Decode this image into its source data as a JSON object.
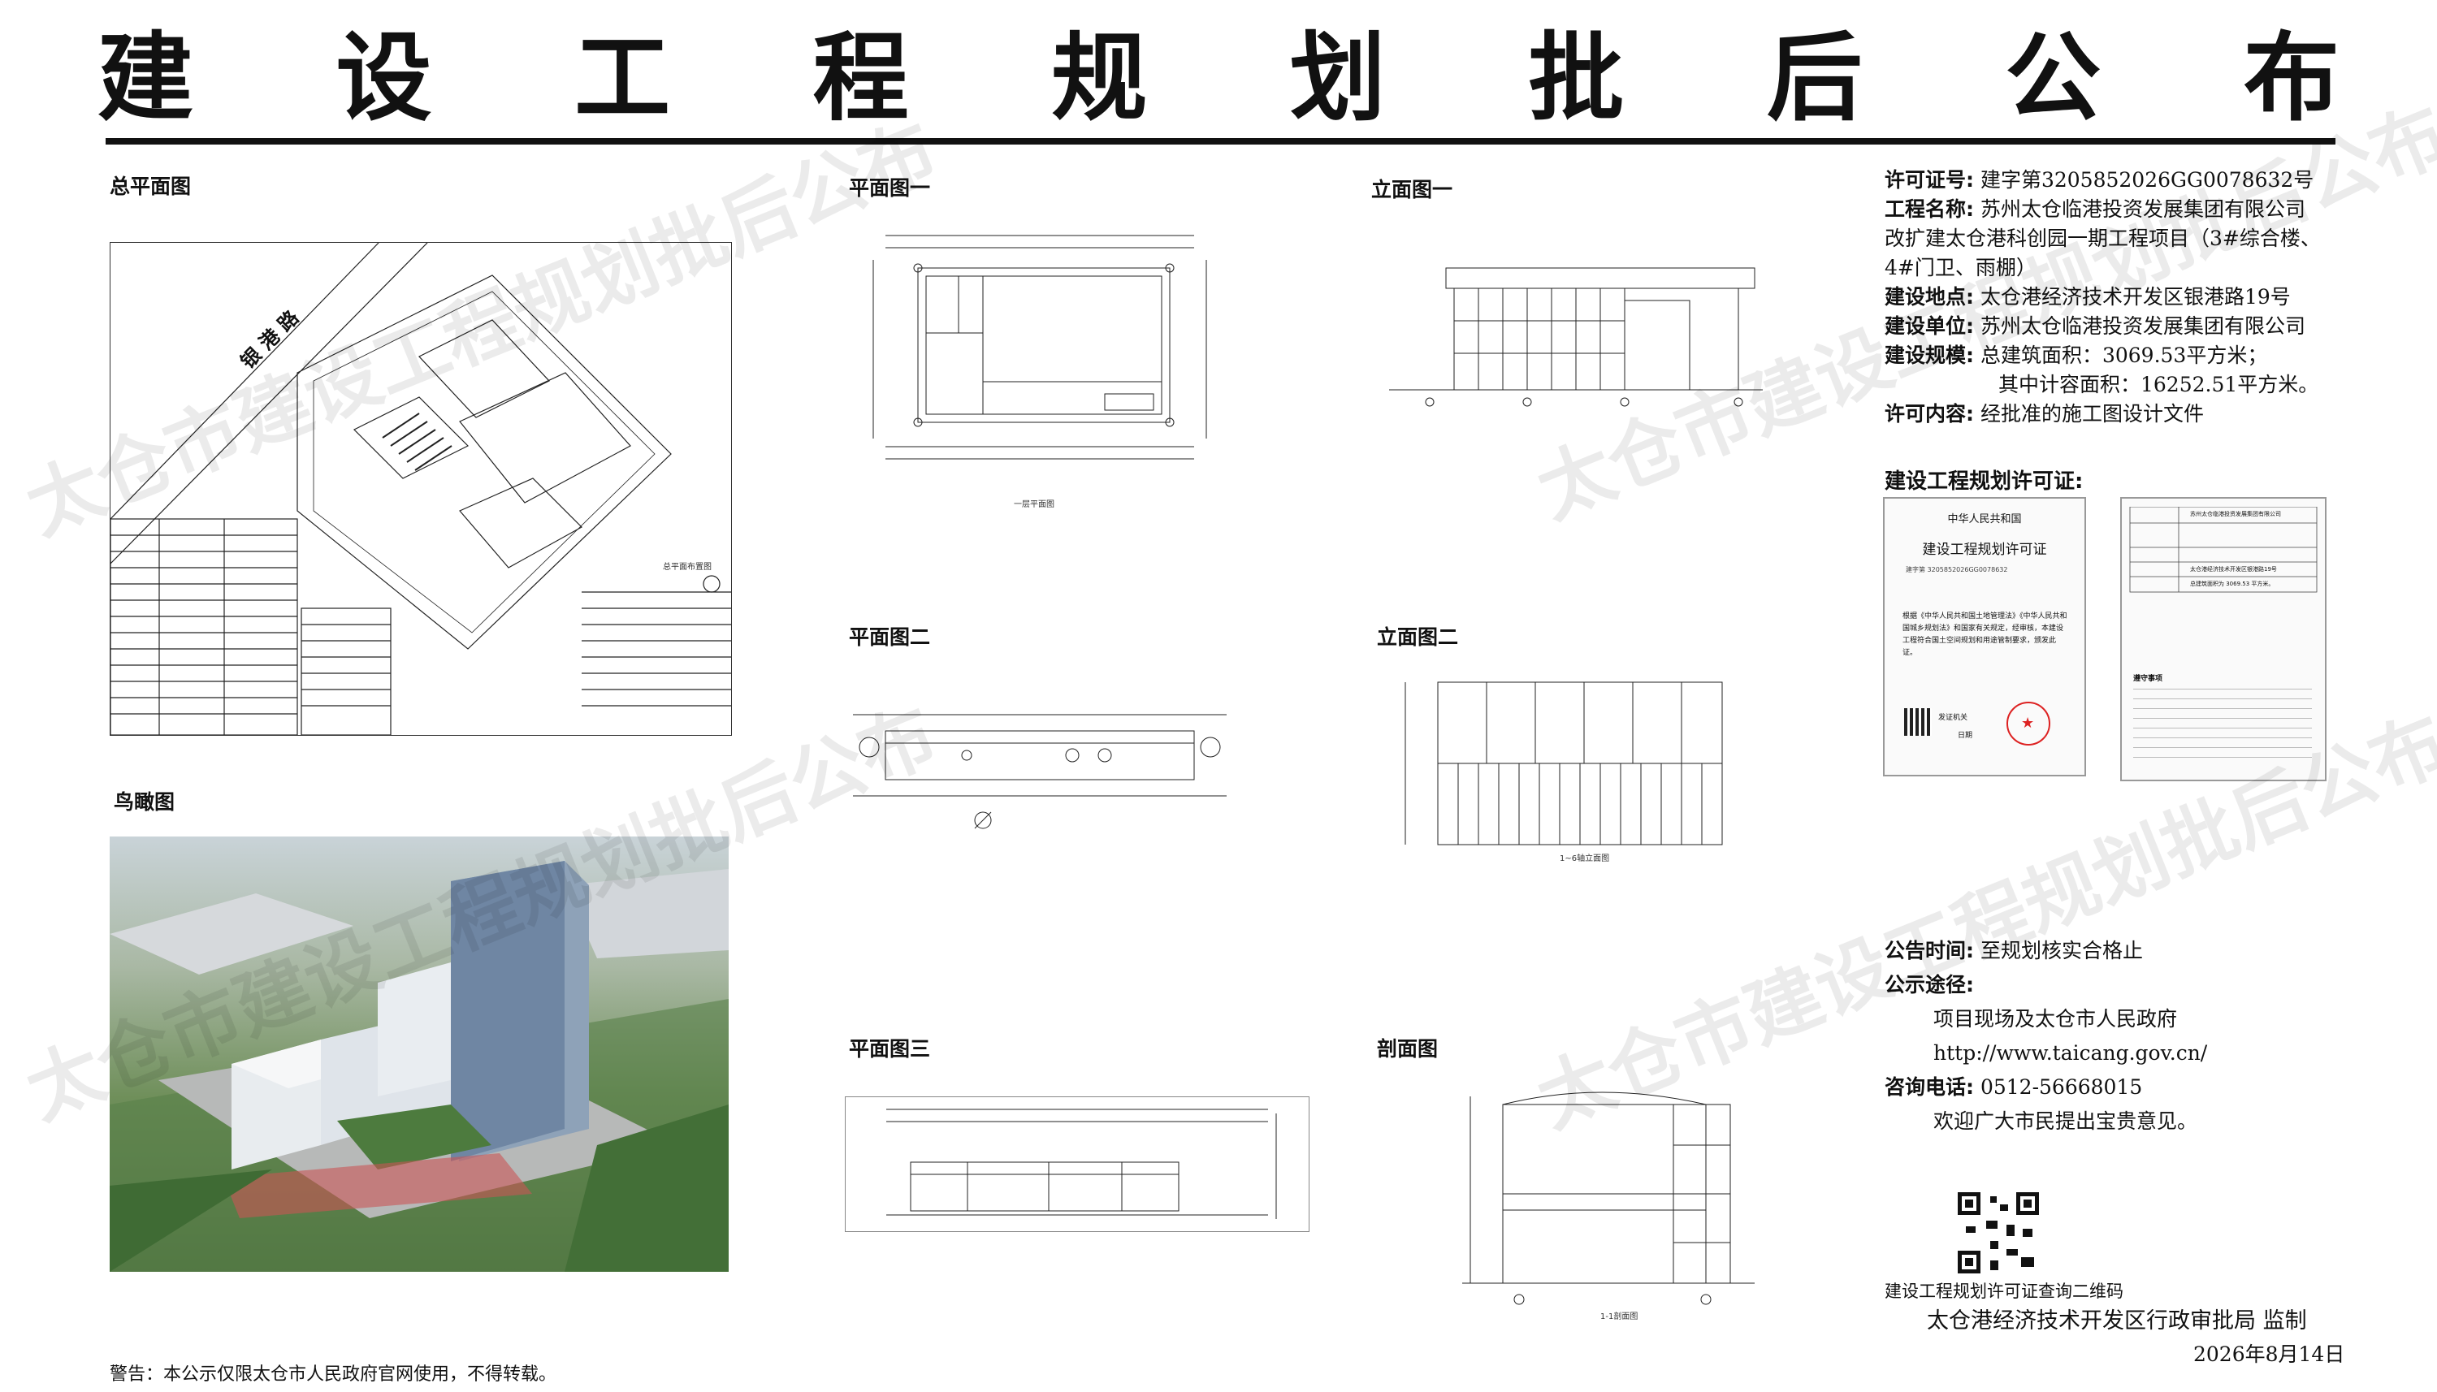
{
  "header": {
    "title_chars": [
      "建",
      "设",
      "工",
      "程",
      "规",
      "划",
      "批",
      "后",
      "公",
      "布"
    ]
  },
  "sections": {
    "site_plan": "总平面图",
    "site_plan_caption": "总平面布置图",
    "aerial": "鸟瞰图",
    "plan1": "平面图一",
    "plan1_caption": "一层平面图",
    "plan2": "平面图二",
    "plan3": "平面图三",
    "elev1": "立面图一",
    "elev2": "立面图二",
    "elev2_caption": "1~6轴立面图",
    "section": "剖面图",
    "section_caption": "1-1剖面图",
    "road_label": "银 港 路"
  },
  "info": {
    "permit_no_label": "许可证号:",
    "permit_no": "建字第3205852026GG0078632号",
    "project_label": "工程名称:",
    "project_line1": "苏州太仓临港投资发展集团有限公司",
    "project_line2": "改扩建太仓港科创园一期工程项目（3#综合楼、",
    "project_line3": "4#门卫、雨棚）",
    "location_label": "建设地点:",
    "location": "太仓港经济技术开发区银港路19号",
    "unit_label": "建设单位:",
    "unit": "苏州太仓临港投资发展集团有限公司",
    "scale_label": "建设规模:",
    "scale_line1": "总建筑面积：3069.53平方米；",
    "scale_line2": "其中计容面积：16252.51平方米。",
    "content_label": "许可内容:",
    "content": "经批准的施工图设计文件"
  },
  "permit": {
    "heading": "建设工程规划许可证:",
    "country": "中华人民共和国",
    "title": "建设工程规划许可证",
    "no_prefix": "建字第 3205852026GG0078632",
    "body": "根据《中华人民共和国土地管理法》《中华人民共和国城乡规划法》和国家有关规定，经审核，本建设工程符合国土空间规划和用途管制要求，颁发此证。",
    "issuer": "发证机关",
    "date_label": "日期",
    "notes_title": "遵守事项",
    "right_unit": "苏州太仓临港投资发展集团有限公司",
    "right_addr": "太仓港经济技术开发区银港路19号",
    "right_scale": "总建筑面积为 3069.53 平方米。"
  },
  "notice": {
    "time_label": "公告时间:",
    "time": "至规划核实合格止",
    "channel_label": "公示途径:",
    "channel": "项目现场及太仓市人民政府",
    "url": "http://www.taicang.gov.cn/",
    "phone_label": "咨询电话:",
    "phone": "0512-56668015",
    "welcome": "欢迎广大市民提出宝贵意见。",
    "qr_caption": "建设工程规划许可证查询二维码",
    "supervisor": "太仓港经济技术开发区行政审批局 监制",
    "date": "2026年8月14日"
  },
  "footer": {
    "warning": "警告：本公示仅限太仓市人民政府官网使用，不得转载。"
  },
  "watermark": "太仓市建设工程规划批后公布"
}
